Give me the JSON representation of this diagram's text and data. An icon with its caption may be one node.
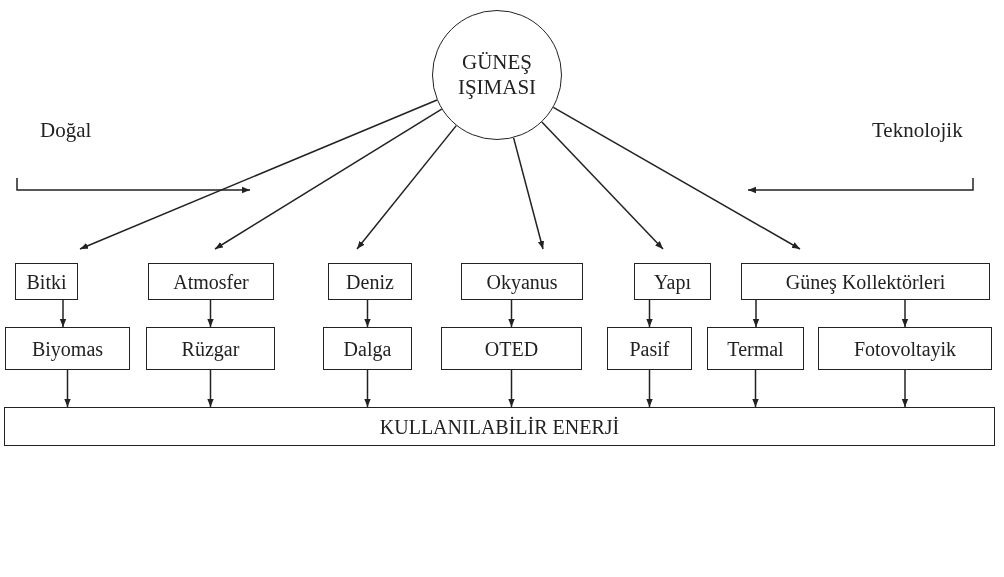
{
  "diagram": {
    "nodes": [
      {
        "text": [
          "GÜNEŞ IŞIMASI"
        ]
      },
      {
        "text": [
          "Bitki"
        ]
      },
      {
        "text": [
          "Atmosfer"
        ]
      },
      {
        "text": [
          "Deniz"
        ]
      },
      {
        "text": [
          "Okyanus"
        ]
      },
      {
        "text": [
          "Yapı"
        ]
      },
      {
        "text": [
          "Güneş Kollektörleri"
        ]
      },
      {
        "text": [
          "Biyomas"
        ]
      },
      {
        "text": [
          "Rüzgar"
        ]
      },
      {
        "text": [
          "Dalga"
        ]
      },
      {
        "text": [
          "OTED"
        ]
      },
      {
        "text": [
          "Pasif"
        ]
      },
      {
        "text": [
          "Termal"
        ]
      },
      {
        "text": [
          "Fotovoltayik"
        ]
      },
      {
        "text": [
          "KULLANILABİLİR ENERJİ"
        ]
      }
    ],
    "edges": [
      {
        "from": 0,
        "to": 1,
        "arrow": "to"
      },
      {
        "from": 0,
        "to": 2,
        "arrow": "to"
      },
      {
        "from": 0,
        "to": 3,
        "arrow": "to"
      },
      {
        "from": 0,
        "to": 4,
        "arrow": "to"
      },
      {
        "from": 0,
        "to": 5,
        "arrow": "to"
      },
      {
        "from": 0,
        "to": 6,
        "arrow": "to"
      },
      {
        "from": 1,
        "to": 7,
        "arrow": "to"
      },
      {
        "from": 2,
        "to": 8,
        "arrow": "to"
      },
      {
        "from": 3,
        "to": 9,
        "arrow": "to"
      },
      {
        "from": 4,
        "to": 10,
        "arrow": "to"
      },
      {
        "from": 5,
        "to": 11,
        "arrow": "to"
      },
      {
        "from": 6,
        "to": 12,
        "arrow": "to"
      },
      {
        "from": 6,
        "to": 13,
        "arrow": "to"
      },
      {
        "from": 7,
        "to": 14,
        "arrow": "to"
      },
      {
        "from": 8,
        "to": 14,
        "arrow": "to"
      },
      {
        "from": 9,
        "to": 14,
        "arrow": "to"
      },
      {
        "from": 10,
        "to": 14,
        "arrow": "to"
      },
      {
        "from": 11,
        "to": 14,
        "arrow": "to"
      },
      {
        "from": 12,
        "to": 14,
        "arrow": "to"
      },
      {
        "from": 13,
        "to": 14,
        "arrow": "to"
      }
    ],
    "labels": [
      "Doğal",
      "Teknolojik"
    ]
  }
}
